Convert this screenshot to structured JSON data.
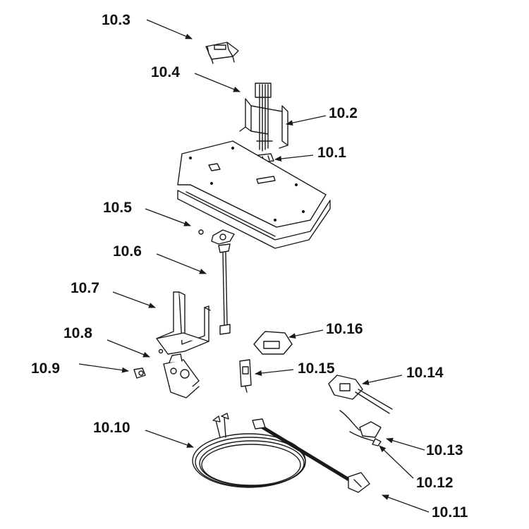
{
  "diagram": {
    "ink_color": "#1a1a1a",
    "fill_color": "#ffffff",
    "callouts": [
      {
        "id": "c-10-3",
        "text": "10.3"
      },
      {
        "id": "c-10-4",
        "text": "10.4"
      },
      {
        "id": "c-10-2",
        "text": "10.2"
      },
      {
        "id": "c-10-1",
        "text": "10.1"
      },
      {
        "id": "c-10-5",
        "text": "10.5"
      },
      {
        "id": "c-10-6",
        "text": "10.6"
      },
      {
        "id": "c-10-7",
        "text": "10.7"
      },
      {
        "id": "c-10-8",
        "text": "10.8"
      },
      {
        "id": "c-10-9",
        "text": "10.9"
      },
      {
        "id": "c-10-16",
        "text": "10.16"
      },
      {
        "id": "c-10-15",
        "text": "10.15"
      },
      {
        "id": "c-10-14",
        "text": "10.14"
      },
      {
        "id": "c-10-10",
        "text": "10.10"
      },
      {
        "id": "c-10-13",
        "text": "10.13"
      },
      {
        "id": "c-10-12",
        "text": "10.12"
      },
      {
        "id": "c-10-11",
        "text": "10.11"
      }
    ]
  }
}
